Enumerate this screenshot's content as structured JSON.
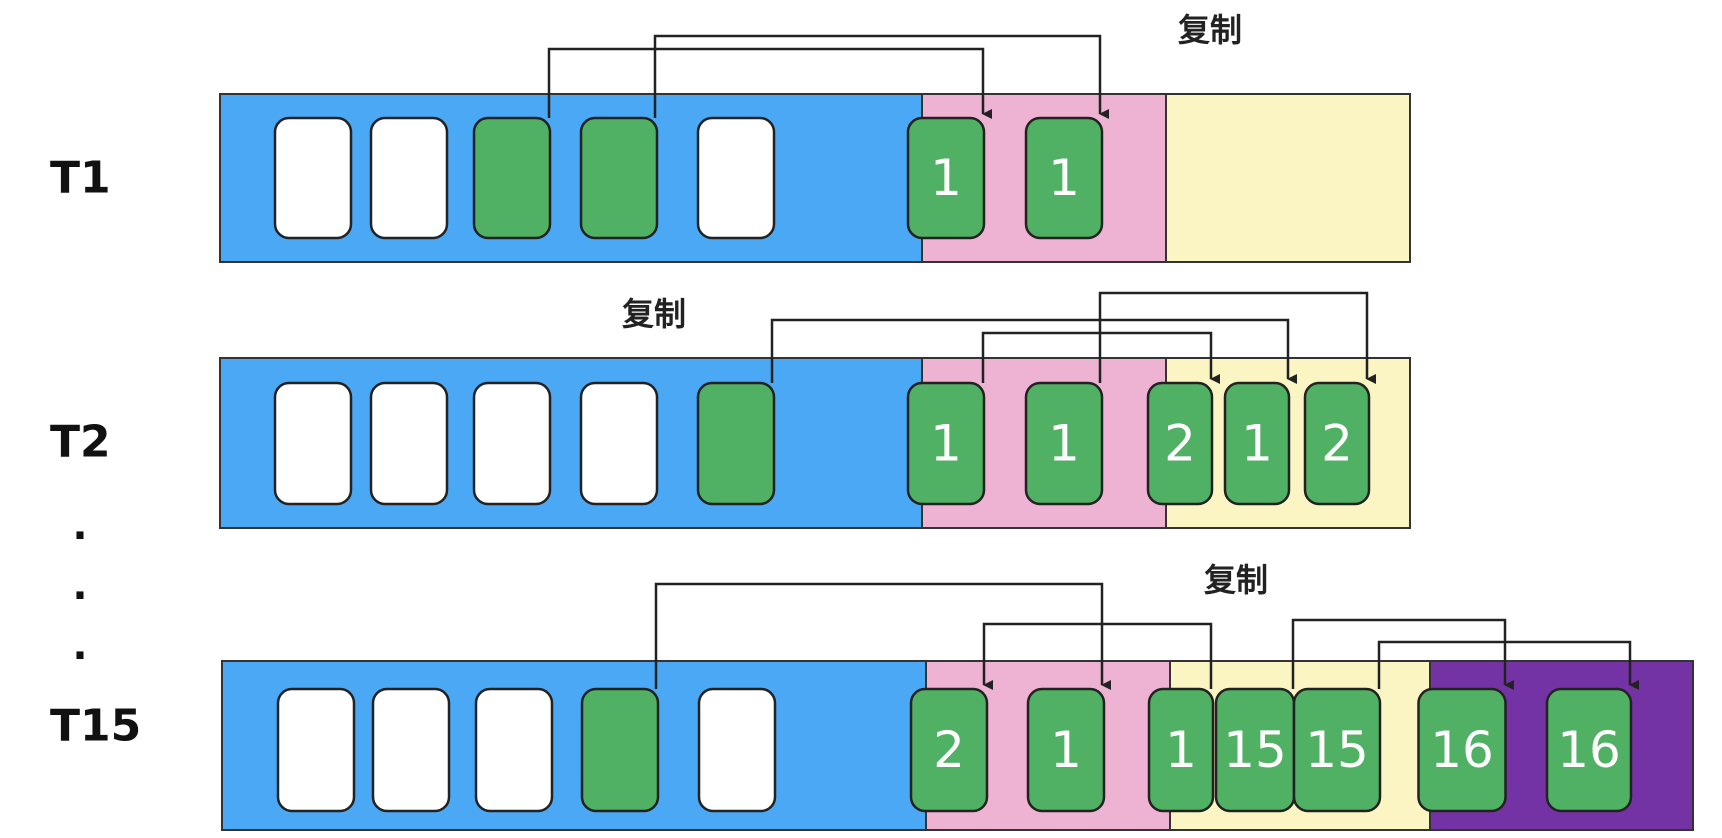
{
  "colors": {
    "eden": "#4aa8f5",
    "survivor_from": "#eeb3d3",
    "survivor_to": "#fbf4c3",
    "old_gen": "#7433a4",
    "live_object": "#50b063",
    "empty_object": "#ffffff"
  },
  "copy_label": "复制",
  "dots": ".",
  "rows": [
    {
      "label": "T1",
      "eden": [
        {
          "state": "empty",
          "text": ""
        },
        {
          "state": "empty",
          "text": ""
        },
        {
          "state": "live",
          "text": ""
        },
        {
          "state": "live",
          "text": ""
        },
        {
          "state": "empty",
          "text": ""
        }
      ],
      "survivor_from": [
        {
          "state": "live",
          "text": "1"
        },
        {
          "state": "live",
          "text": "1"
        }
      ],
      "survivor_to": [],
      "old_gen": []
    },
    {
      "label": "T2",
      "eden": [
        {
          "state": "empty",
          "text": ""
        },
        {
          "state": "empty",
          "text": ""
        },
        {
          "state": "empty",
          "text": ""
        },
        {
          "state": "empty",
          "text": ""
        },
        {
          "state": "live",
          "text": ""
        }
      ],
      "survivor_from": [
        {
          "state": "live",
          "text": "1"
        },
        {
          "state": "live",
          "text": "1"
        }
      ],
      "survivor_to": [
        {
          "state": "live",
          "text": "2"
        },
        {
          "state": "live",
          "text": "1"
        },
        {
          "state": "live",
          "text": "2"
        }
      ],
      "old_gen": []
    },
    {
      "label": "T15",
      "eden": [
        {
          "state": "empty",
          "text": ""
        },
        {
          "state": "empty",
          "text": ""
        },
        {
          "state": "empty",
          "text": ""
        },
        {
          "state": "live",
          "text": ""
        },
        {
          "state": "empty",
          "text": ""
        }
      ],
      "survivor_from": [
        {
          "state": "live",
          "text": "2"
        },
        {
          "state": "live",
          "text": "1"
        }
      ],
      "survivor_to": [
        {
          "state": "live",
          "text": "1"
        },
        {
          "state": "live",
          "text": "15"
        },
        {
          "state": "live",
          "text": "15"
        }
      ],
      "old_gen": [
        {
          "state": "live",
          "text": "16"
        },
        {
          "state": "live",
          "text": "16"
        }
      ]
    }
  ]
}
